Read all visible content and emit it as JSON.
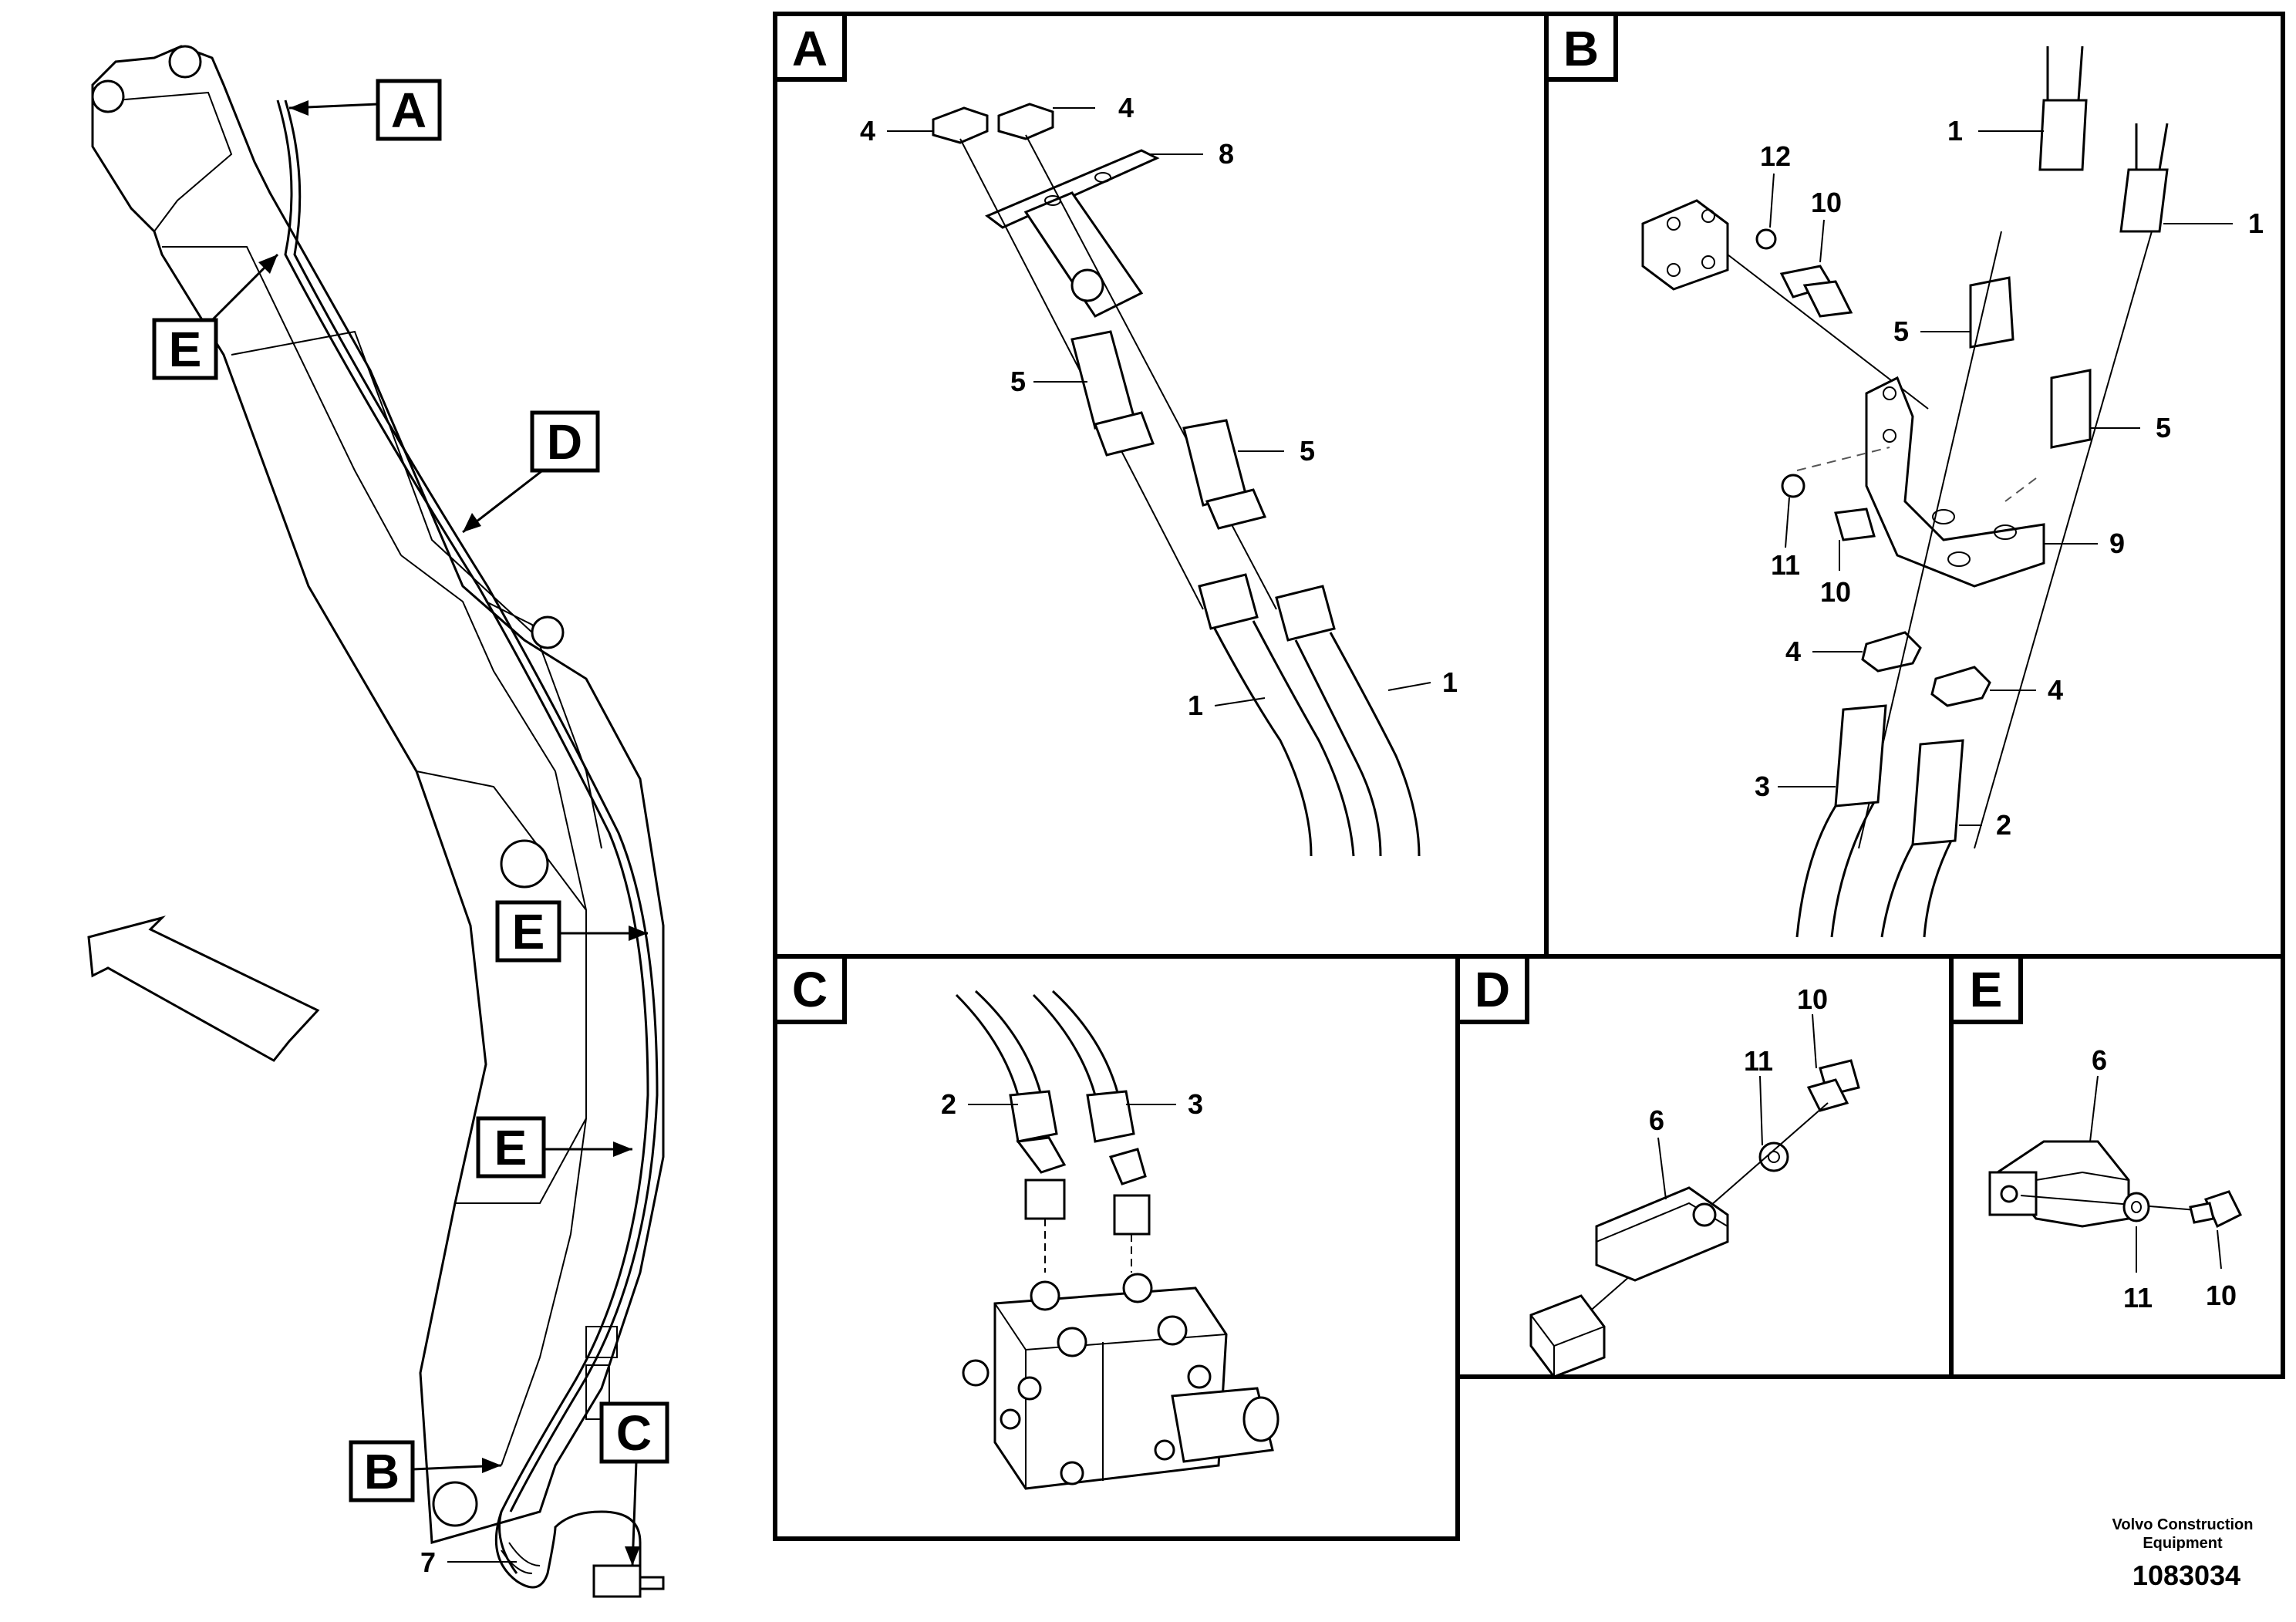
{
  "overview": {
    "callouts": [
      "A",
      "E",
      "D",
      "E",
      "E",
      "B",
      "C"
    ],
    "part_label_7": "7"
  },
  "panels": {
    "A": {
      "letter": "A",
      "labels": [
        "4",
        "4",
        "8",
        "5",
        "5",
        "1",
        "1"
      ]
    },
    "B": {
      "letter": "B",
      "labels": [
        "1",
        "1",
        "12",
        "10",
        "5",
        "5",
        "9",
        "11",
        "10",
        "4",
        "4",
        "3",
        "2"
      ]
    },
    "C": {
      "letter": "C",
      "labels": [
        "2",
        "3"
      ]
    },
    "D": {
      "letter": "D",
      "labels": [
        "10",
        "11",
        "6"
      ]
    },
    "E": {
      "letter": "E",
      "labels": [
        "6",
        "11",
        "10"
      ]
    }
  },
  "footer": {
    "brand_line1": "Volvo Construction",
    "brand_line2": "Equipment",
    "drawing_number": "1083034"
  }
}
